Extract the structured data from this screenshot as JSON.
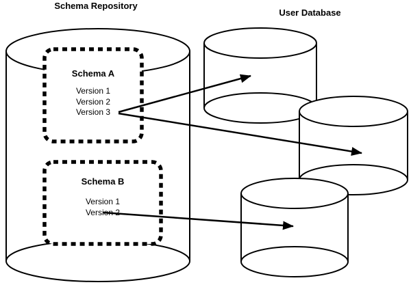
{
  "titles": {
    "repository": "Schema Repository",
    "user_database": "User Database"
  },
  "schemas": [
    {
      "name": "Schema A",
      "versions": [
        "Version 1",
        "Version 2",
        "Version 3"
      ]
    },
    {
      "name": "Schema B",
      "versions": [
        "Version 1",
        "Version 2"
      ]
    }
  ],
  "connections": [
    {
      "from": "Schema A Version 3",
      "to": "user-database-1"
    },
    {
      "from": "Schema A Version 3",
      "to": "user-database-2"
    },
    {
      "from": "Schema B Version 2",
      "to": "user-database-3"
    }
  ],
  "colors": {
    "stroke": "#000000",
    "fill": "#ffffff"
  }
}
